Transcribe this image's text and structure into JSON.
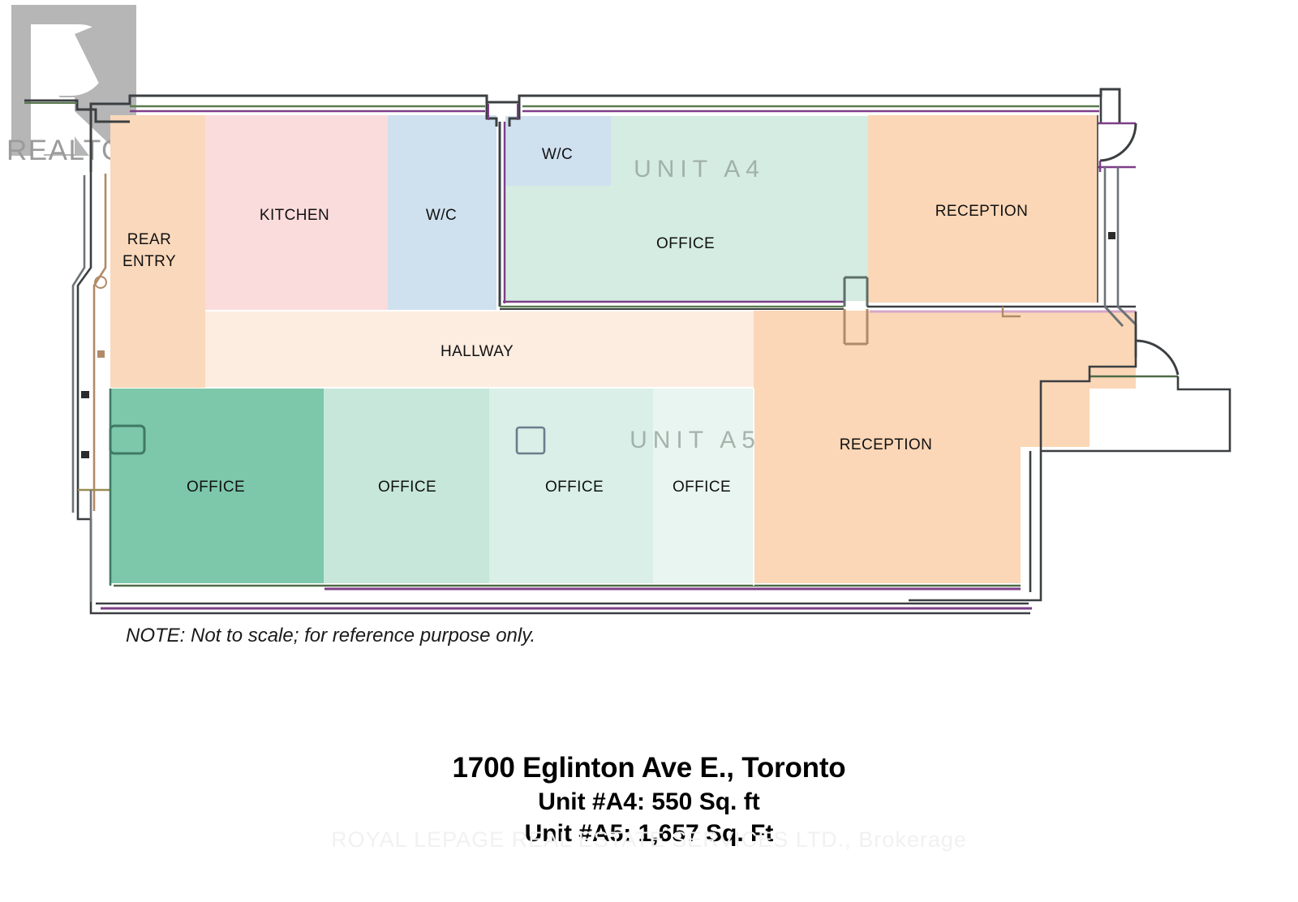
{
  "document": {
    "type": "floor-plan",
    "note": "NOTE: Not to scale; for reference purpose only."
  },
  "watermarks": {
    "realtor_logo_name": "realtor-logo-icon",
    "realtor_wordmark": "REALTOR",
    "realtor_registered_mark": "®",
    "brokerage": "ROYAL LEPAGE REAL ESTATE SERVICES LTD., Brokerage"
  },
  "caption": {
    "address": "1700 Eglinton Ave E., Toronto",
    "unit_a4": "Unit #A4: 550 Sq. ft",
    "unit_a5": "Unit #A5:  1,657 Sq. Ft"
  },
  "units": [
    {
      "id": "A4",
      "tag": "UNIT A4",
      "area_sqft": 550
    },
    {
      "id": "A5",
      "tag": "UNIT A5",
      "area_sqft": 1657
    }
  ],
  "rooms": [
    {
      "key": "rear_entry",
      "label": "REAR\nENTRY",
      "label_line1": "REAR",
      "label_line2": "ENTRY",
      "color": "#fad8bb",
      "unit": ""
    },
    {
      "key": "kitchen",
      "label": "KITCHEN",
      "color": "#fbdcdc",
      "unit": ""
    },
    {
      "key": "wc_large",
      "label": "W/C",
      "color": "#cfe0ef",
      "unit": ""
    },
    {
      "key": "wc_small",
      "label": "W/C",
      "color": "#cfe0ef",
      "unit": "A4"
    },
    {
      "key": "office_a4",
      "label": "OFFICE",
      "color": "#d4ece1",
      "unit": "A4"
    },
    {
      "key": "reception_a4",
      "label": "RECEPTION",
      "color": "#fbd7b7",
      "unit": "A4"
    },
    {
      "key": "hallway",
      "label": "HALLWAY",
      "color": "#fdece0",
      "unit": ""
    },
    {
      "key": "office_a5_1",
      "label": "OFFICE",
      "color": "#7dc7ab",
      "unit": "A5"
    },
    {
      "key": "office_a5_2",
      "label": "OFFICE",
      "color": "#c6e7da",
      "unit": "A5"
    },
    {
      "key": "office_a5_3",
      "label": "OFFICE",
      "color": "#d9efe7",
      "unit": "A5"
    },
    {
      "key": "office_a5_4",
      "label": "OFFICE",
      "color": "#e8f5f0",
      "unit": "A5"
    },
    {
      "key": "reception_a5",
      "label": "RECEPTION",
      "color": "#fbd7b7",
      "unit": "A5"
    }
  ],
  "palette": {
    "wall_dark": "#3b3f42",
    "wall_purple": "#7e3f87",
    "wall_green": "#4f6b46",
    "peach": "#fbd7b7",
    "pink": "#fbdcdc",
    "blue": "#cfe0ef",
    "mint": "#d4ece1",
    "cream": "#fdece0",
    "green_dark": "#7dc7ab",
    "unit_tag_gray": "#8e9b94",
    "page_background": "#ffffff"
  }
}
